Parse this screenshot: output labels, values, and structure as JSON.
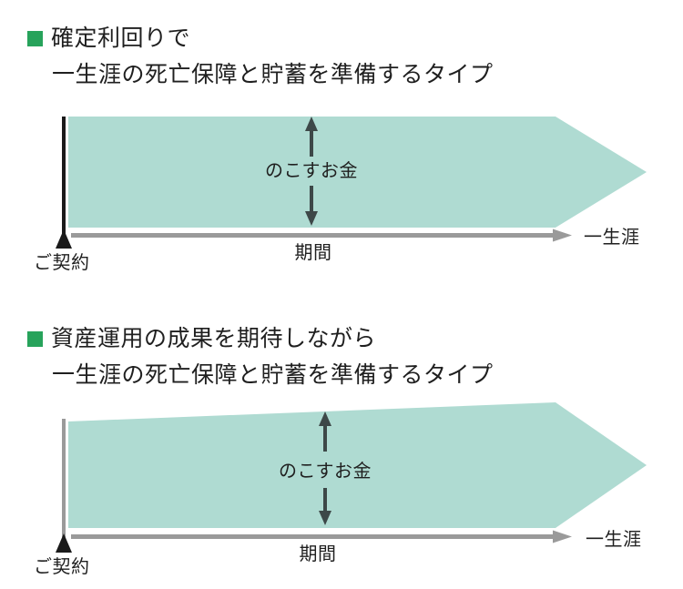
{
  "colors": {
    "accent_green": "#27a35b",
    "band_teal": "#afdbd2",
    "axis_gray": "#9a9a9a",
    "arrow_dark": "#3d4848",
    "contract_dark": "#1a1a1a",
    "text": "#1f1f1f"
  },
  "sections": [
    {
      "id": "fixed-yield",
      "heading_line1": "確定利回りで",
      "heading_line2": "一生涯の死亡保障と貯蓄を準備するタイプ",
      "diagram": {
        "amount_label": "のこすお金",
        "period_label": "期間",
        "lifetime_label": "一生涯",
        "contract_label": "ご契約"
      }
    },
    {
      "id": "asset-management",
      "heading_line1": "資産運用の成果を期待しながら",
      "heading_line2": "一生涯の死亡保障と貯蓄を準備するタイプ",
      "diagram": {
        "amount_label": "のこすお金",
        "period_label": "期間",
        "lifetime_label": "一生涯",
        "contract_label": "ご契約"
      }
    }
  ]
}
